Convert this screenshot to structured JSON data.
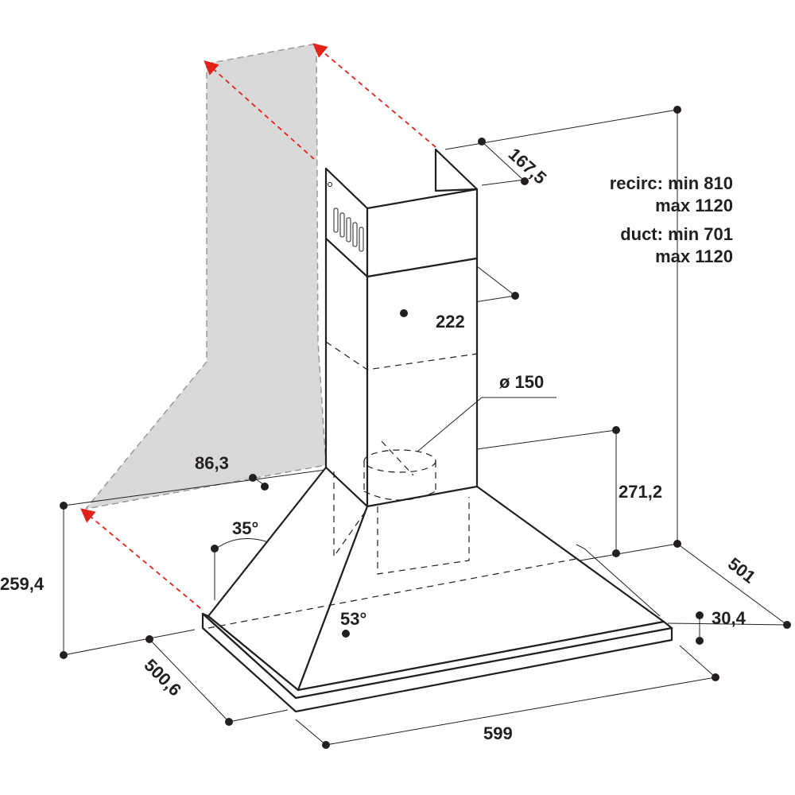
{
  "dimensions": {
    "chimney_depth": "167,5",
    "chimney_width": "222",
    "outlet_diameter": "ø 150",
    "offset": "86,3",
    "wall_height": "259,4",
    "hood_height": "271,2",
    "canopy_depth": "501",
    "canopy_depth_side": "500,6",
    "rim_height": "30,4",
    "width": "599",
    "angle_side": "35°",
    "angle_front": "53°"
  },
  "notes": {
    "recirc_line1": "recirc: min 810",
    "recirc_line2": "max 1120",
    "duct_line1": "duct: min 701",
    "duct_line2": "max 1120"
  },
  "colors": {
    "ink": "#231f20",
    "wall": "#d9d9d9",
    "arrow": "#e2231a"
  }
}
